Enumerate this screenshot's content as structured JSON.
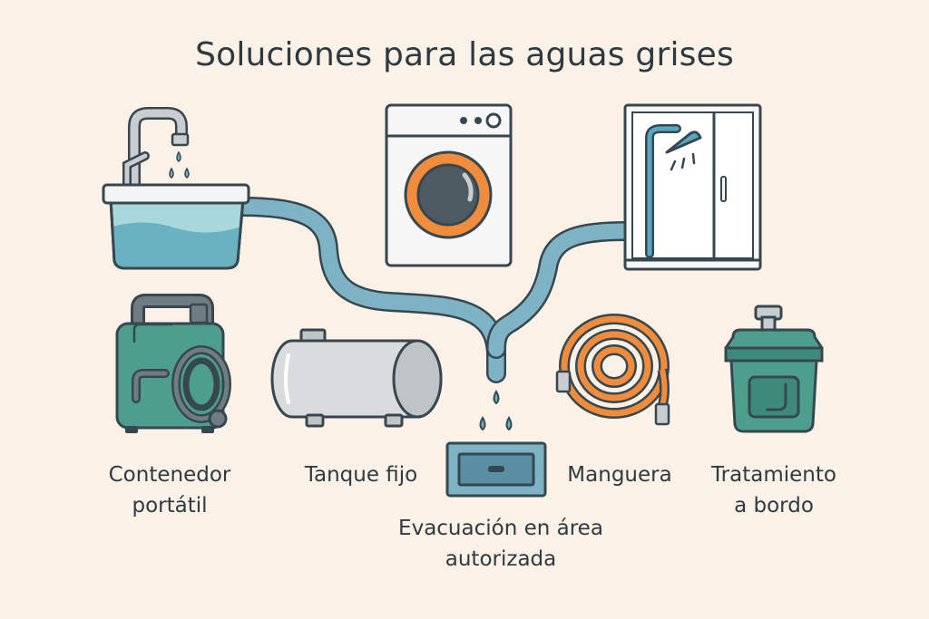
{
  "title": "Soluciones para las aguas grises",
  "sources": [
    {
      "id": "sink",
      "icon": "sink-icon"
    },
    {
      "id": "washing_machine",
      "icon": "washing-machine-icon"
    },
    {
      "id": "shower",
      "icon": "shower-icon"
    }
  ],
  "solutions": {
    "portable_container": {
      "line1": "Contenedor",
      "line2": "portátil",
      "icon": "portable-container-icon"
    },
    "fixed_tank": {
      "line1": "Tanque fijo",
      "icon": "fixed-tank-icon"
    },
    "disposal": {
      "line1": "Evacuación en área",
      "line2": "autorizada",
      "icon": "drain-icon"
    },
    "hose": {
      "line1": "Manguera",
      "icon": "hose-icon"
    },
    "onboard_treatment": {
      "line1": "Tratamiento",
      "line2": "a bordo",
      "icon": "treatment-unit-icon"
    }
  },
  "colors": {
    "background": "#fbf1e6",
    "pipe": "#7eb3c6",
    "outline": "#37474f",
    "teal": "#4e9e8e",
    "orange": "#f08c3c",
    "water": "#69b3c1"
  }
}
